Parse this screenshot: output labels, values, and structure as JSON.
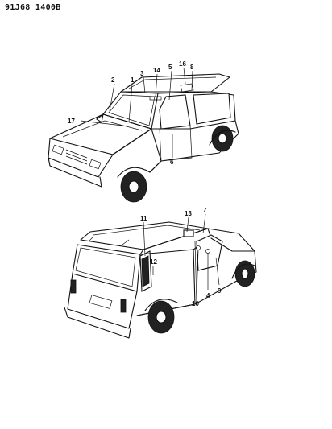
{
  "header": {
    "diagram_code": "91J68 1400B"
  },
  "callouts": {
    "c1": "1",
    "c2": "2",
    "c3": "3",
    "c4": "4",
    "c5": "5",
    "c6": "6",
    "c7": "7",
    "c8": "8",
    "c9": "9",
    "c10": "10",
    "c11": "11",
    "c12": "12",
    "c13": "13",
    "c14": "14",
    "c16": "16",
    "c17": "17"
  }
}
